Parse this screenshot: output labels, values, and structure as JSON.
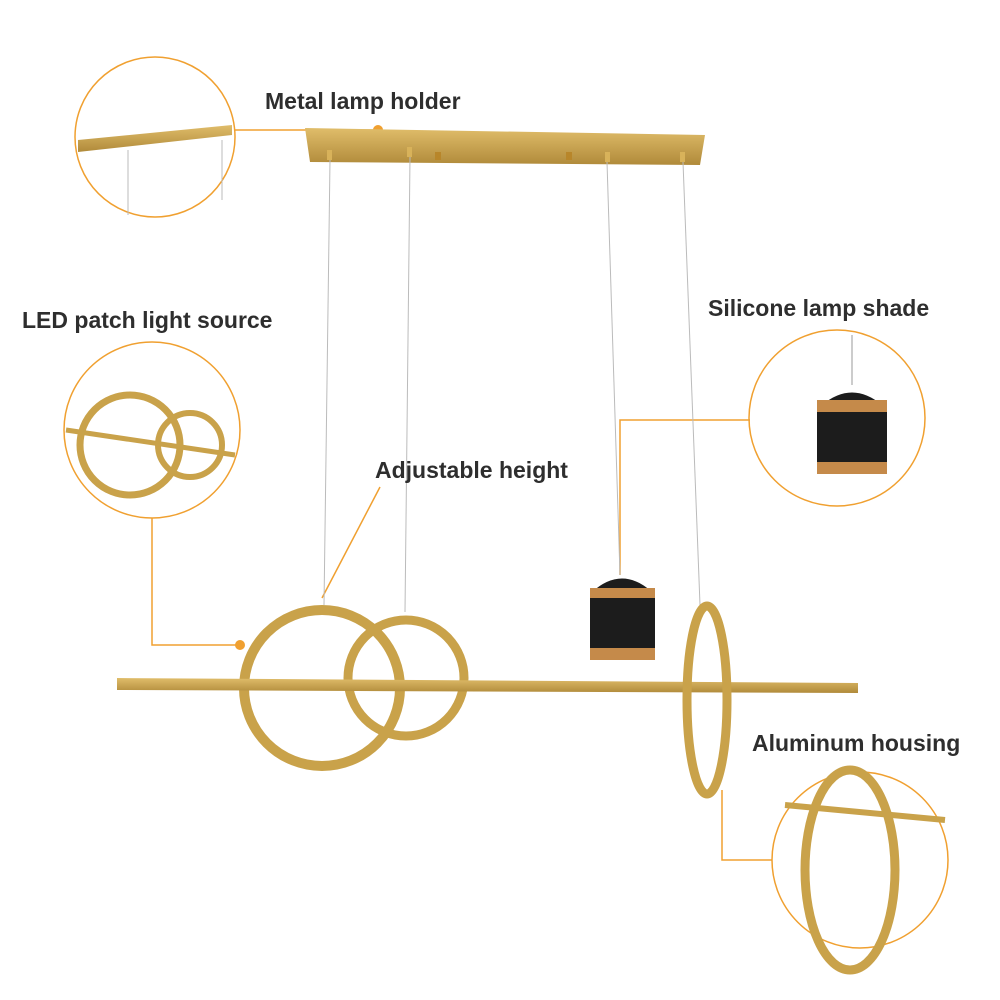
{
  "labels": {
    "holder": "Metal lamp holder",
    "led": "LED patch light source",
    "height": "Adjustable height",
    "shade": "Silicone lamp shade",
    "housing": "Aluminum housing"
  },
  "colors": {
    "accent": "#f0a030",
    "gold": "#c9a24a",
    "text": "#2e2e2e",
    "shade": "#1c1c1c"
  }
}
